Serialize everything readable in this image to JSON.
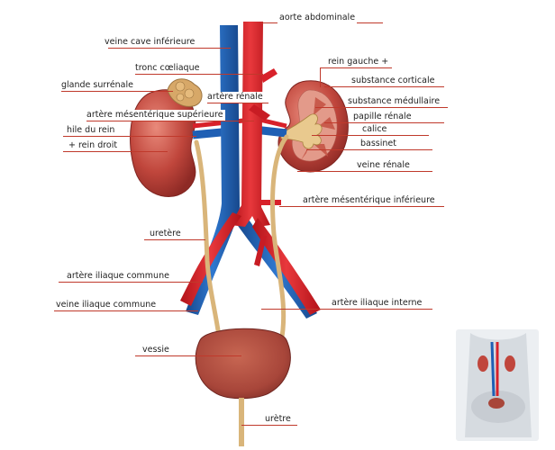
{
  "labels": {
    "aorte_abdominale": "aorte abdominale",
    "veine_cave_inferieure": "veine cave inférieure",
    "rein_gauche": "rein gauche +",
    "tronc_coeliaque": "tronc cœliaque",
    "substance_corticale": "substance corticale",
    "glande_surrenale": "glande surrénale",
    "artere_renale": "artère rénale",
    "substance_medullaire": "substance médullaire",
    "artere_mesenterique_superieure": "artère mésentérique supérieure",
    "papille_renale": "papille rénale",
    "hile_du_rein": "hile du rein",
    "calice": "calice",
    "rein_droit": "+ rein droit",
    "bassinet": "bassinet",
    "veine_renale": "veine rénale",
    "artere_mesenterique_inferieure": "artère mésentérique inférieure",
    "uretere": "uretère",
    "artere_iliaque_commune": "artère iliaque commune",
    "artere_iliaque_interne": "artère iliaque interne",
    "veine_iliaque_commune": "veine iliaque commune",
    "vessie": "vessie",
    "uretre": "urètre"
  },
  "colors": {
    "artery": "#d8212a",
    "vein": "#1f5fb4",
    "kidney": "#c0463c",
    "ureter": "#d9b57a",
    "bladder": "#a8463a",
    "adrenal": "#d7a868",
    "leader_line": "#c0392b"
  },
  "icons": {
    "thumbnail": "body-location-thumbnail-icon"
  }
}
